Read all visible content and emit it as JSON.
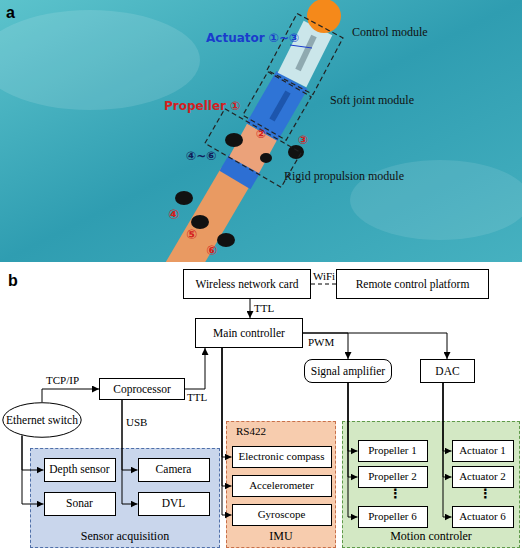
{
  "diagram": {
    "nodes": [
      {
        "text": [
          "Wireless network card"
        ]
      },
      {
        "text": [
          "Remote control platform"
        ]
      },
      {
        "text": [
          "Main controller"
        ]
      },
      {
        "text": [
          "Coprocessor"
        ]
      },
      {
        "text": [
          "Signal amplifier"
        ]
      },
      {
        "text": [
          "DAC"
        ]
      },
      {
        "text": [
          "Ethernet switch"
        ]
      },
      {
        "text": [
          "Sensor acquisition"
        ]
      },
      {
        "text": [
          "Depth sensor"
        ],
        "in": 7
      },
      {
        "text": [
          "Camera"
        ],
        "in": 7
      },
      {
        "text": [
          "Sonar"
        ],
        "in": 7
      },
      {
        "text": [
          "DVL"
        ],
        "in": 7
      },
      {
        "text": [
          "IMU"
        ]
      },
      {
        "text": [
          "Electronic compass"
        ],
        "in": 12
      },
      {
        "text": [
          "Accelerometer"
        ],
        "in": 12
      },
      {
        "text": [
          "Gyroscope"
        ],
        "in": 12
      },
      {
        "text": [
          "Motion controler"
        ]
      },
      {
        "text": [
          "Propeller 1"
        ],
        "in": 16
      },
      {
        "text": [
          "Actuator 1"
        ],
        "in": 16
      },
      {
        "text": [
          "Propeller 2"
        ],
        "in": 16
      },
      {
        "text": [
          "Actuator 2"
        ],
        "in": 16
      },
      {
        "text": [
          "Propeller 6"
        ],
        "in": 16
      },
      {
        "text": [
          "Actuator 6"
        ],
        "in": 16
      }
    ],
    "edges": [
      {
        "from": 0,
        "to": 1,
        "label": "WiFi",
        "arrow": "none"
      },
      {
        "from": 0,
        "to": 2,
        "label": "TTL",
        "arrow": "to"
      },
      {
        "from": 2,
        "to": 4,
        "label": "PWM",
        "arrow": "to"
      },
      {
        "from": 2,
        "to": 5,
        "arrow": "to"
      },
      {
        "from": 6,
        "to": 3,
        "label": "TCP/IP",
        "arrow": "to"
      },
      {
        "from": 3,
        "to": 2,
        "label": "TTL",
        "arrow": "to"
      },
      {
        "from": 6,
        "to": 8,
        "arrow": "to"
      },
      {
        "from": 6,
        "to": 10,
        "arrow": "to"
      },
      {
        "from": 3,
        "to": 9,
        "label": "USB",
        "arrow": "to"
      },
      {
        "from": 3,
        "to": 11,
        "arrow": "to"
      },
      {
        "from": 2,
        "to": 13,
        "label": "RS422",
        "arrow": "to"
      },
      {
        "from": 2,
        "to": 14,
        "arrow": "to"
      },
      {
        "from": 2,
        "to": 15,
        "arrow": "to"
      },
      {
        "from": 4,
        "to": 17,
        "arrow": "to"
      },
      {
        "from": 4,
        "to": 19,
        "arrow": "to"
      },
      {
        "from": 4,
        "to": 21,
        "arrow": "to"
      },
      {
        "from": 5,
        "to": 18,
        "arrow": "to"
      },
      {
        "from": 5,
        "to": 20,
        "arrow": "to"
      },
      {
        "from": 5,
        "to": 22,
        "arrow": "to"
      }
    ],
    "labels": [
      "a",
      "Actuator ①~③",
      "Control module",
      "Propeller ①",
      "Soft joint module",
      "②",
      "③",
      "④~⑥",
      "Rigid propulsion module",
      "④",
      "⑤",
      "⑥",
      "b",
      "⋮",
      "⋮"
    ]
  }
}
